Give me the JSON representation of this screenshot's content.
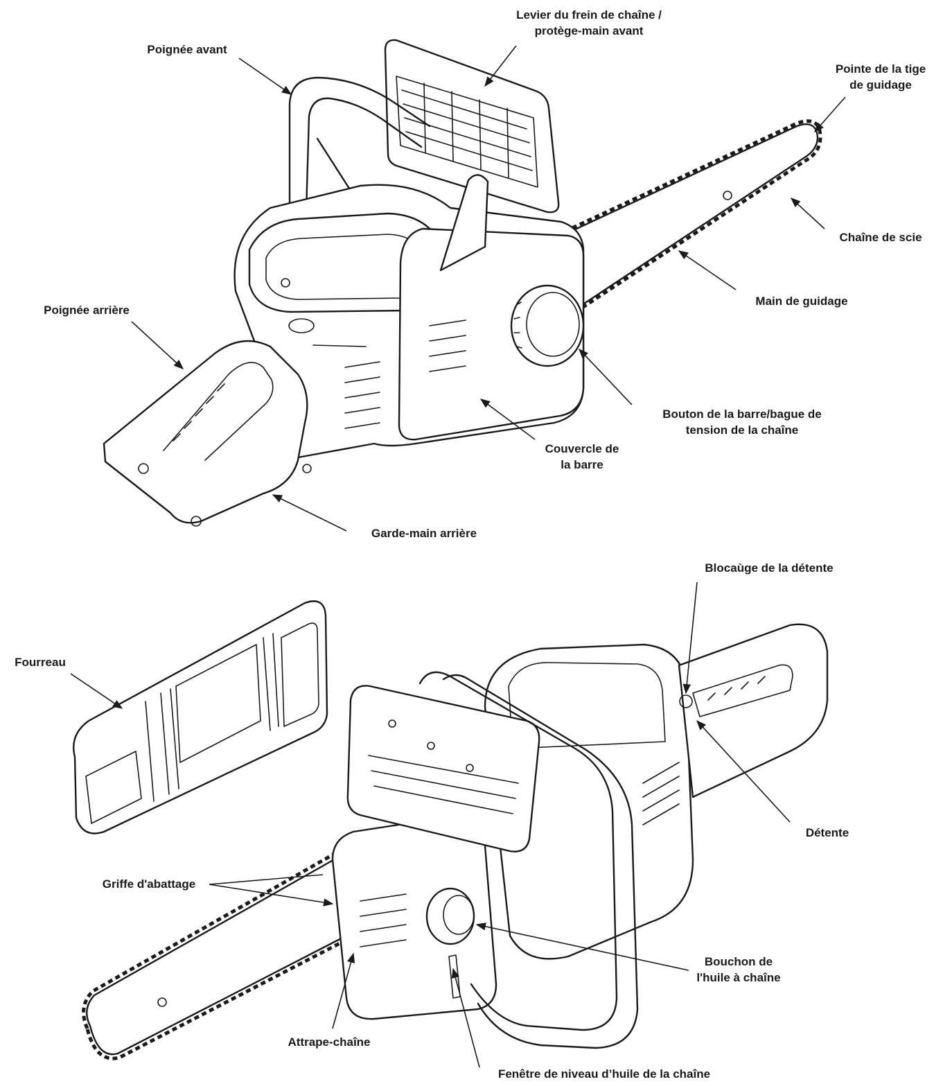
{
  "colors": {
    "ink": "#1a1a1a",
    "background": "#ffffff"
  },
  "views": [
    {
      "name": "top-view",
      "labels": [
        {
          "id": "chain-brake-lever",
          "lines": [
            "Levier du frein de chaîne /",
            "protège-main avant"
          ]
        },
        {
          "id": "front-handle",
          "lines": [
            "Poignée avant"
          ]
        },
        {
          "id": "guide-bar-tip",
          "lines": [
            "Pointe de la tige",
            "de guidage"
          ]
        },
        {
          "id": "saw-chain",
          "lines": [
            "Chaîne de scie"
          ]
        },
        {
          "id": "guide-bar",
          "lines": [
            "Main de guidage"
          ]
        },
        {
          "id": "rear-handle",
          "lines": [
            "Poignée arrière"
          ]
        },
        {
          "id": "bar-knob-tension-ring",
          "lines": [
            "Bouton de la barre/bague de",
            "tension de la chaîne"
          ]
        },
        {
          "id": "bar-cover",
          "lines": [
            "Couvercle de",
            "la barre"
          ]
        },
        {
          "id": "rear-hand-guard",
          "lines": [
            "Garde-main arrière"
          ]
        }
      ]
    },
    {
      "name": "bottom-view",
      "labels": [
        {
          "id": "trigger-lockout",
          "lines": [
            "Blocaùge de la détente"
          ]
        },
        {
          "id": "scabbard",
          "lines": [
            "Fourreau"
          ]
        },
        {
          "id": "trigger",
          "lines": [
            "Détente"
          ]
        },
        {
          "id": "bumper-spike",
          "lines": [
            "Griffe d'abattage"
          ]
        },
        {
          "id": "chain-oil-cap",
          "lines": [
            "Bouchon de",
            "l'huile à chaîne"
          ]
        },
        {
          "id": "chain-catcher",
          "lines": [
            "Attrape-chaîne"
          ]
        },
        {
          "id": "oil-level-window",
          "lines": [
            "Fenêtre de niveau d’huile de la chaîne"
          ]
        }
      ]
    }
  ]
}
